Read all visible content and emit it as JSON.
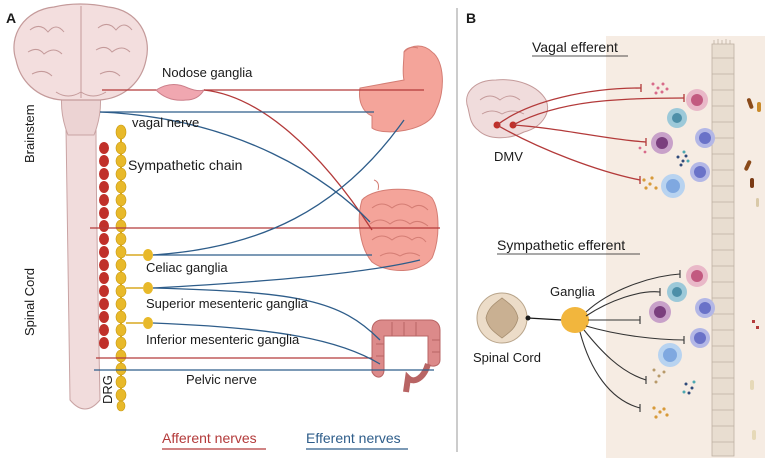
{
  "panels": {
    "a": "A",
    "b": "B"
  },
  "panel_a": {
    "brainstem": "Brainstem",
    "spinal_cord": "Spinal Cord",
    "nodose_ganglia": "Nodose ganglia",
    "vagal_nerve": "vagal nerve",
    "sympathetic_chain": "Sympathetic chain",
    "celiac_ganglia": "Celiac ganglia",
    "superior_mesenteric": "Superior mesenteric ganglia",
    "inferior_mesenteric": "Inferior mesenteric ganglia",
    "pelvic_nerve": "Pelvic nerve",
    "drg": "DRG"
  },
  "legend": {
    "afferent": "Afferent nerves",
    "efferent": "Efferent nerves",
    "afferent_color": "#b33a3a",
    "efferent_color": "#2e5d8a"
  },
  "panel_b": {
    "vagal_efferent": "Vagal efferent",
    "dmv": "DMV",
    "sympathetic_efferent": "Sympathetic efferent",
    "ganglia": "Ganglia",
    "spinal_cord": "Spinal Cord"
  }
}
